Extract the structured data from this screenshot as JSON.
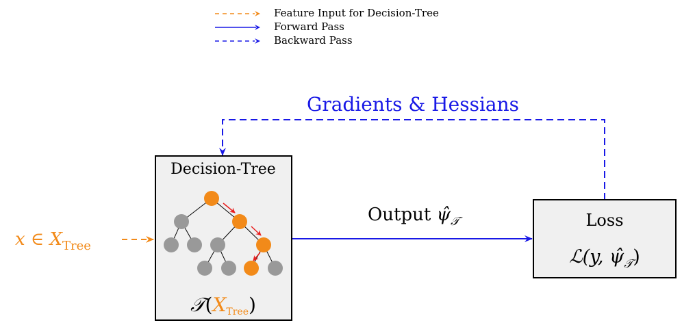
{
  "legend": {
    "items": [
      {
        "label": "Feature Input for Decision-Tree",
        "style": "dashed",
        "color": "#f28a19"
      },
      {
        "label": "Forward Pass",
        "style": "solid",
        "color": "#1818e6"
      },
      {
        "label": "Backward Pass",
        "style": "dashed",
        "color": "#1818e6"
      }
    ]
  },
  "colors": {
    "orange": "#f28a19",
    "blue": "#1818e6",
    "gray_node": "#999999",
    "box_fill": "#f0f0f0",
    "red_arrow": "#e81e1e"
  },
  "diagram": {
    "feedback_label": "Gradients & Hessians",
    "input_label": {
      "main": "x ∈ X",
      "sub": "Tree"
    },
    "tree_box": {
      "title": "Decision-Tree",
      "func": {
        "name": "𝒯",
        "open": "(",
        "arg": "X",
        "sub": "Tree",
        "close": ")"
      }
    },
    "output_label": {
      "main": "Output ",
      "psi": "ψ̂",
      "sub": "𝒯"
    },
    "loss_box": {
      "title": "Loss",
      "expr": {
        "prefix": "ℒ(y, ",
        "psi": "ψ̂",
        "sub": "𝒯",
        "suffix": ")"
      }
    }
  }
}
